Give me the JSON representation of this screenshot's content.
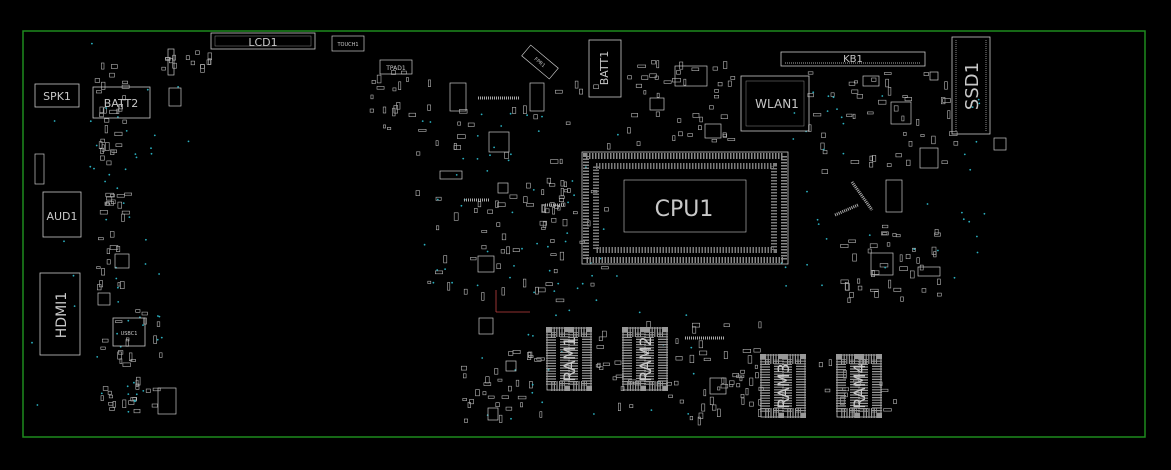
{
  "colors": {
    "background": "#000000",
    "board_outline": "#1e8a1e",
    "silkscreen": "#c8c8c8",
    "via": "#2ab0c0",
    "trace": "#c04040"
  },
  "components": [
    {
      "id": "lcd",
      "label": "LCD1"
    },
    {
      "id": "touch",
      "label": "TOUCH1"
    },
    {
      "id": "tpad",
      "label": "TPAD1"
    },
    {
      "id": "fpr",
      "label": "FPR1"
    },
    {
      "id": "batt1",
      "label": "BATT1"
    },
    {
      "id": "kb",
      "label": "KB1"
    },
    {
      "id": "ssd",
      "label": "SSD1"
    },
    {
      "id": "spk",
      "label": "SPK1"
    },
    {
      "id": "batt2",
      "label": "BATT2"
    },
    {
      "id": "wlan",
      "label": "WLAN1"
    },
    {
      "id": "cpu",
      "label": "CPU1"
    },
    {
      "id": "aud",
      "label": "AUD1"
    },
    {
      "id": "hdmi",
      "label": "HDMI1"
    },
    {
      "id": "usbc",
      "label": "USBC1"
    },
    {
      "id": "ram1",
      "label": "RAM1"
    },
    {
      "id": "ram2",
      "label": "RAM2"
    },
    {
      "id": "ram3",
      "label": "RAM3"
    },
    {
      "id": "ram4",
      "label": "RAM4"
    }
  ]
}
